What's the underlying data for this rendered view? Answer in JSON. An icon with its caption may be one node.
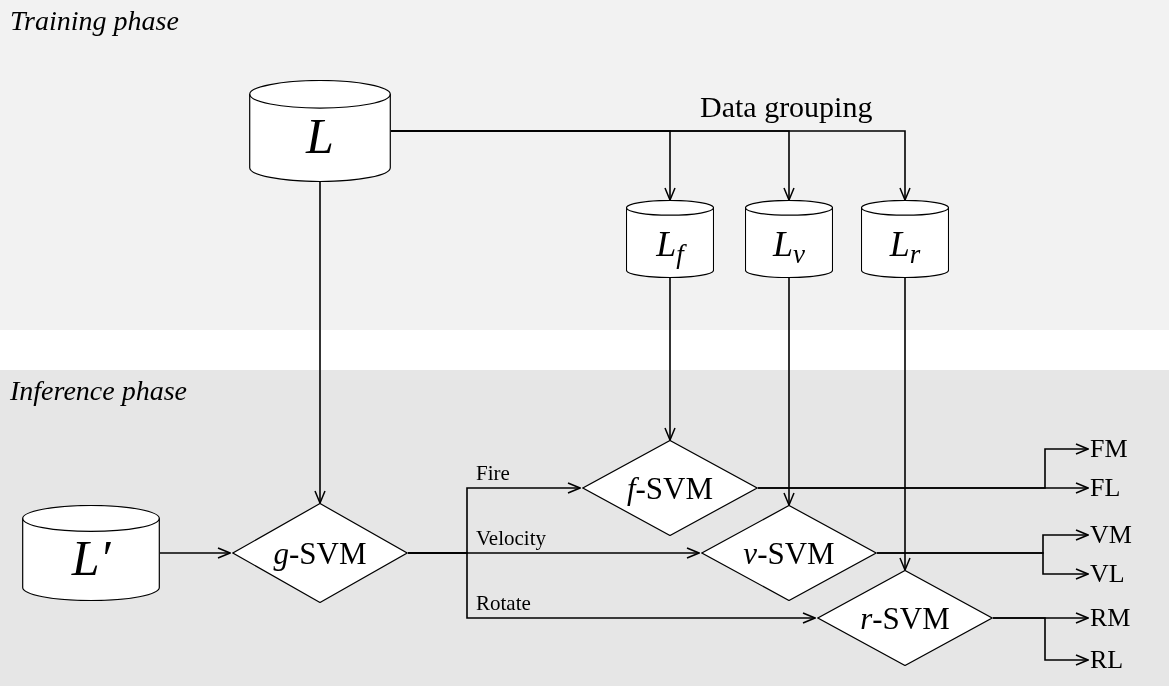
{
  "diagram": {
    "nodes": [
      {
        "text": [
          "Training phase"
        ]
      },
      {
        "text": [
          "L"
        ],
        "in": 0
      },
      {
        "text": [
          "L$_{f}$"
        ],
        "in": 0
      },
      {
        "text": [
          "L$_{v}$"
        ],
        "in": 0
      },
      {
        "text": [
          "L$_{r}$"
        ],
        "in": 0
      },
      {
        "text": [
          "Inference phase"
        ]
      },
      {
        "text": [
          "L′"
        ],
        "in": 5
      },
      {
        "text": [
          "*g*-SVM"
        ],
        "in": 5
      },
      {
        "text": [
          "*f*-SVM"
        ],
        "in": 5
      },
      {
        "text": [
          "*v*-SVM"
        ],
        "in": 5
      },
      {
        "text": [
          "*r*-SVM"
        ],
        "in": 5
      },
      {
        "text": [
          "FM"
        ],
        "in": 5
      },
      {
        "text": [
          "FL"
        ],
        "in": 5
      },
      {
        "text": [
          "VM"
        ],
        "in": 5
      },
      {
        "text": [
          "VL"
        ],
        "in": 5
      },
      {
        "text": [
          "RM"
        ],
        "in": 5
      },
      {
        "text": [
          "RL"
        ],
        "in": 5
      }
    ],
    "edges": [
      {
        "from": 1,
        "to": 2,
        "arrow": "to"
      },
      {
        "from": 1,
        "to": 3,
        "arrow": "to"
      },
      {
        "from": 1,
        "to": 4,
        "arrow": "to",
        "label": "Data grouping"
      },
      {
        "from": 1,
        "to": 7,
        "arrow": "to"
      },
      {
        "from": 2,
        "to": 8,
        "arrow": "to"
      },
      {
        "from": 3,
        "to": 9,
        "arrow": "to"
      },
      {
        "from": 4,
        "to": 10,
        "arrow": "to"
      },
      {
        "from": 6,
        "to": 7,
        "arrow": "to"
      },
      {
        "from": 7,
        "to": 8,
        "arrow": "to",
        "label": "Fire"
      },
      {
        "from": 7,
        "to": 9,
        "arrow": "to",
        "label": "Velocity"
      },
      {
        "from": 7,
        "to": 10,
        "arrow": "to",
        "label": "Rotate"
      },
      {
        "from": 8,
        "to": 11,
        "arrow": "to"
      },
      {
        "from": 8,
        "to": 12,
        "arrow": "to"
      },
      {
        "from": 9,
        "to": 13,
        "arrow": "to"
      },
      {
        "from": 9,
        "to": 14,
        "arrow": "to"
      },
      {
        "from": 10,
        "to": 15,
        "arrow": "to"
      },
      {
        "from": 10,
        "to": 16,
        "arrow": "to"
      }
    ]
  }
}
